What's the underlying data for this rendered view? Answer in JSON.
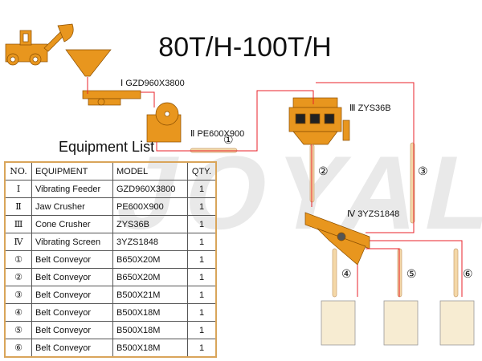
{
  "title": "80T/H-100T/H",
  "watermark": "JOYAL",
  "equipment_list_title": "Equipment List",
  "labels": {
    "feeder": "Ⅰ GZD960X3800",
    "jaw": "Ⅱ PE600X900",
    "cone": "Ⅲ ZYS36B",
    "screen": "Ⅳ 3YZS1848",
    "c1": "①",
    "c2": "②",
    "c3": "③",
    "c4": "④",
    "c5": "⑤",
    "c6": "⑥"
  },
  "table": {
    "headers": [
      "NO.",
      "EQUIPMENT",
      "MODEL",
      "QTY."
    ],
    "rows": [
      [
        "Ⅰ",
        "Vibrating Feeder",
        "GZD960X3800",
        "1"
      ],
      [
        "Ⅱ",
        "Jaw Crusher",
        "PE600X900",
        "1"
      ],
      [
        "Ⅲ",
        "Cone Crusher",
        "ZYS36B",
        "1"
      ],
      [
        "Ⅳ",
        "Vibrating Screen",
        "3YZS1848",
        "1"
      ],
      [
        "①",
        "Belt Conveyor",
        "B650X20M",
        "1"
      ],
      [
        "②",
        "Belt Conveyor",
        "B650X20M",
        "1"
      ],
      [
        "③",
        "Belt Conveyor",
        "B500X21M",
        "1"
      ],
      [
        "④",
        "Belt Conveyor",
        "B500X18M",
        "1"
      ],
      [
        "⑤",
        "Belt Conveyor",
        "B500X18M",
        "1"
      ],
      [
        "⑥",
        "Belt Conveyor",
        "B500X18M",
        "1"
      ]
    ]
  },
  "colors": {
    "machine": "#e8961e",
    "flow": "#e8202a",
    "belt": "#f4d8a8"
  }
}
